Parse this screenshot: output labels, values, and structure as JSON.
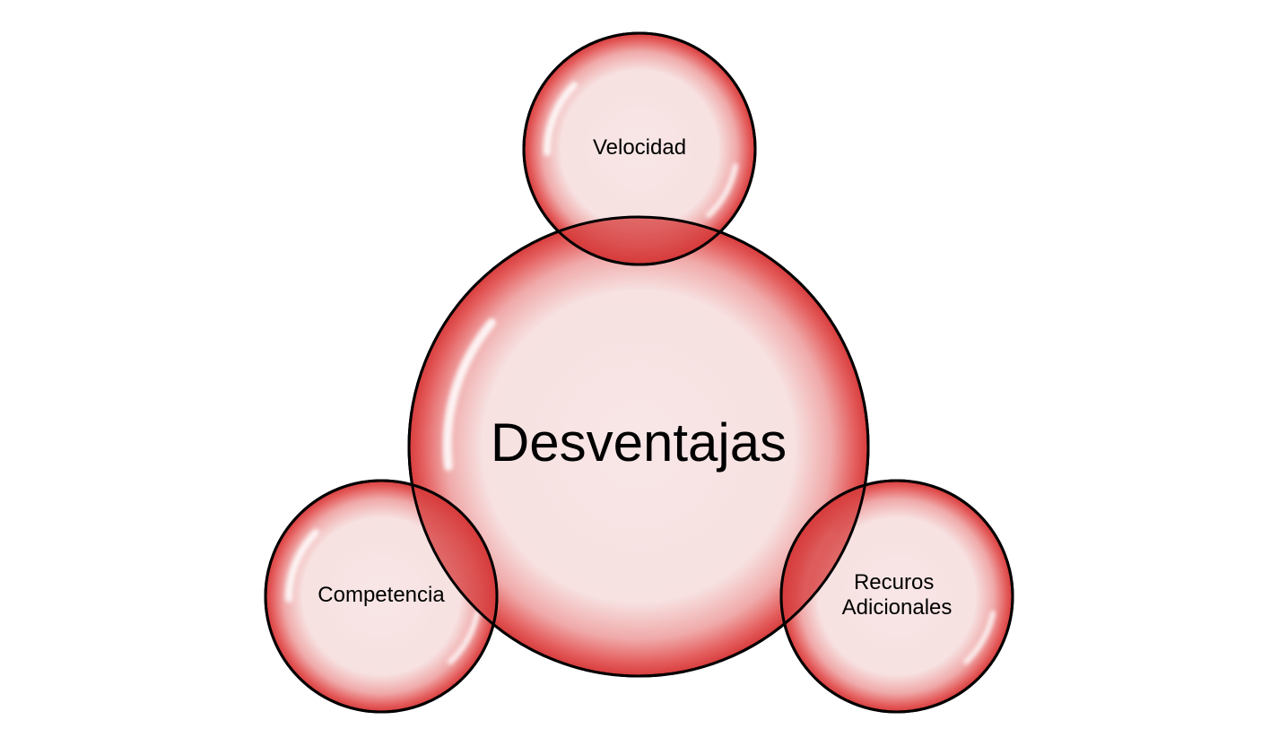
{
  "diagram": {
    "center": {
      "label": "Desventajas"
    },
    "satellites": [
      {
        "id": "velocidad",
        "lines": [
          "Velocidad"
        ]
      },
      {
        "id": "competencia",
        "lines": [
          "Competencia"
        ]
      },
      {
        "id": "recursos",
        "lines": [
          "Recuros",
          "Adicionales"
        ]
      }
    ]
  },
  "colors": {
    "bubble_fill_center": "#f8e6e6",
    "bubble_rim": "#e04646",
    "outline": "#000000",
    "overlap": "#d94545"
  }
}
